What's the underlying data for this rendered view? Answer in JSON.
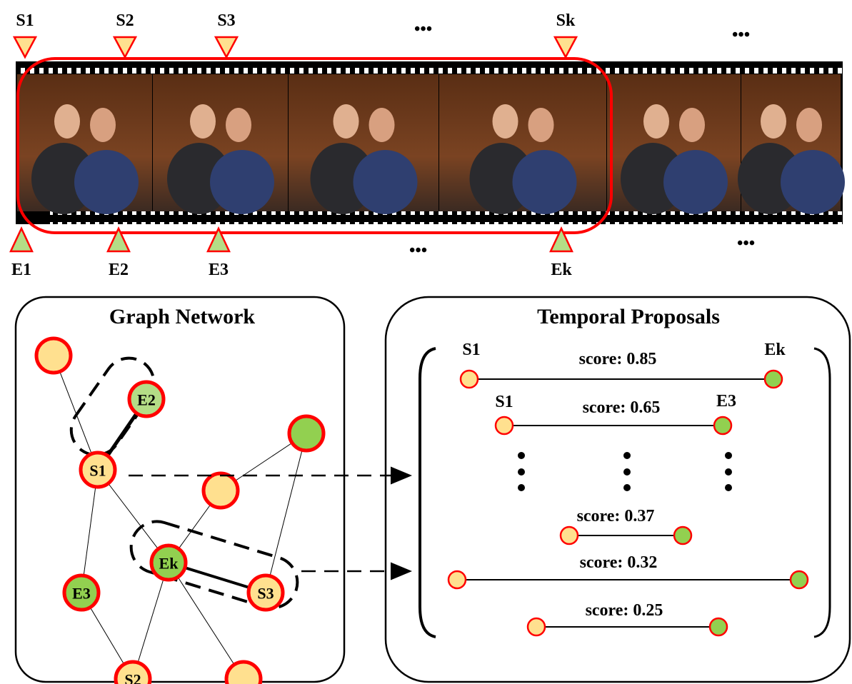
{
  "colors": {
    "red": "#ff0000",
    "start_fill": "#ffe08f",
    "end_fill": "#92d050",
    "end_fill_light": "#b4dd86"
  },
  "filmstrip": {
    "start_markers": [
      "S1",
      "S2",
      "S3",
      "Sk"
    ],
    "end_markers": [
      "E1",
      "E2",
      "E3",
      "Ek"
    ],
    "ellipsis": "•••"
  },
  "graph": {
    "title": "Graph Network",
    "nodes": {
      "e2": "E2",
      "s1": "S1",
      "ek": "Ek",
      "s3": "S3",
      "e3": "E3",
      "s2": "S2"
    }
  },
  "proposals": {
    "title": "Temporal Proposals",
    "items": [
      {
        "start": "S1",
        "end": "Ek",
        "score": "score: 0.85"
      },
      {
        "start": "S1",
        "end": "E3",
        "score": "score: 0.65"
      },
      {
        "score": "score: 0.37"
      },
      {
        "score": "score: 0.32"
      },
      {
        "score": "score: 0.25"
      }
    ]
  }
}
